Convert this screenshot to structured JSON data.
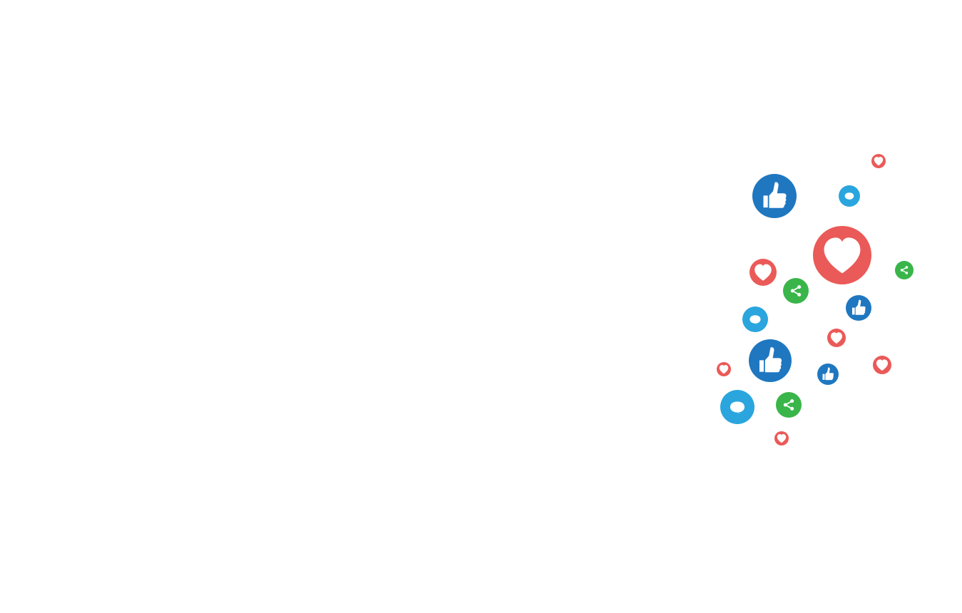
{
  "colors": {
    "background": "#ffffff",
    "like": "#1f77c0",
    "love": "#ea5a58",
    "share": "#3ab54a",
    "comment": "#2aa5de",
    "icon_fill": "#ffffff"
  },
  "reactions": [
    {
      "icon": "thumbs-up-icon",
      "kind": "like"
    },
    {
      "icon": "comment-icon",
      "kind": "comment"
    },
    {
      "icon": "heart-icon",
      "kind": "love"
    },
    {
      "icon": "heart-icon",
      "kind": "love"
    },
    {
      "icon": "share-icon",
      "kind": "share"
    },
    {
      "icon": "heart-icon",
      "kind": "love"
    },
    {
      "icon": "share-icon",
      "kind": "share"
    },
    {
      "icon": "thumbs-up-icon",
      "kind": "like"
    },
    {
      "icon": "comment-icon",
      "kind": "comment"
    },
    {
      "icon": "heart-icon",
      "kind": "love"
    },
    {
      "icon": "thumbs-up-icon",
      "kind": "like"
    },
    {
      "icon": "heart-icon",
      "kind": "love"
    },
    {
      "icon": "thumbs-up-icon",
      "kind": "like"
    },
    {
      "icon": "heart-icon",
      "kind": "love"
    },
    {
      "icon": "comment-icon",
      "kind": "comment"
    },
    {
      "icon": "share-icon",
      "kind": "share"
    },
    {
      "icon": "heart-icon",
      "kind": "love"
    }
  ]
}
